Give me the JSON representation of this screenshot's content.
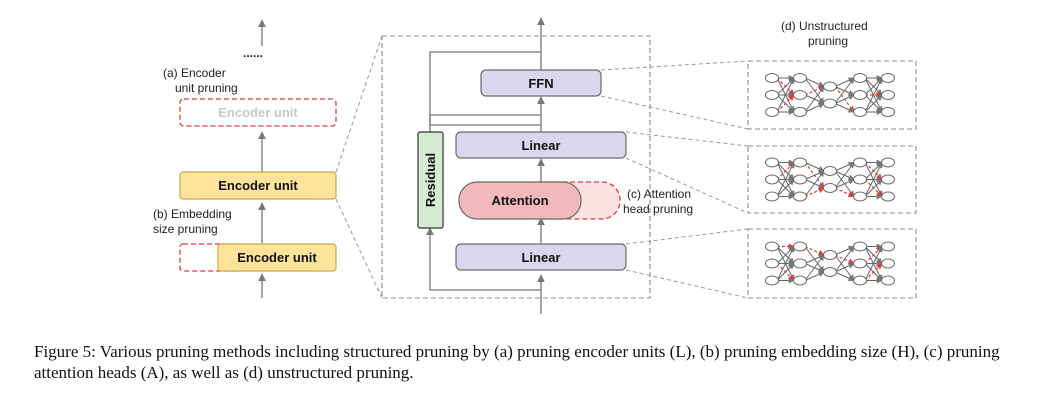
{
  "figure": {
    "left": {
      "dots": "......",
      "label_a": [
        "(a) Encoder",
        "unit pruning"
      ],
      "ghost_unit": "Encoder unit",
      "encoder_unit_top": "Encoder unit",
      "label_b": [
        "(b) Embedding",
        "size pruning"
      ],
      "encoder_unit_bottom": "Encoder unit"
    },
    "middle": {
      "ffn": "FFN",
      "linear_top": "Linear",
      "attention": "Attention",
      "linear_bottom": "Linear",
      "residual": "Residual",
      "label_c": [
        "(c) Attention",
        "head pruning"
      ]
    },
    "right": {
      "label_d": [
        "(d) Unstructured",
        "pruning"
      ]
    },
    "colors": {
      "encoder_fill": "#fde49a",
      "linear_fill": "#dcd5ee",
      "attention_fill": "#f2b9bc",
      "residual_fill": "#d5ecd3",
      "prune_red": "#e53935",
      "ghost_text": "#c8c8c8"
    }
  },
  "caption": "Figure 5: Various pruning methods including structured pruning by (a) pruning encoder units (L), (b) pruning embedding size (H), (c) pruning attention heads (A), as well as (d) unstructured pruning."
}
